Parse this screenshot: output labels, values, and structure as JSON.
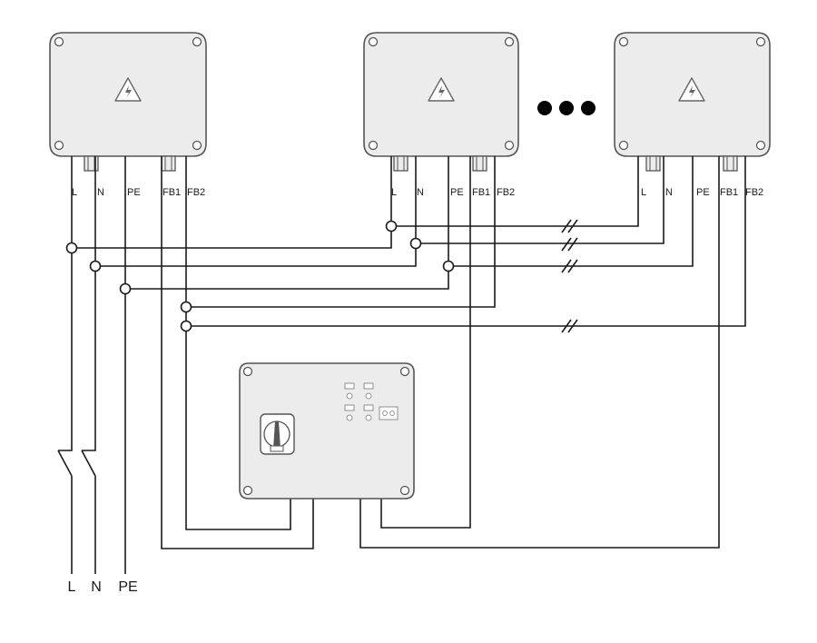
{
  "junction_boxes": [
    {
      "id": "box-1",
      "terminals": [
        "L",
        "N",
        "PE",
        "FB1",
        "FB2"
      ]
    },
    {
      "id": "box-2",
      "terminals": [
        "L",
        "N",
        "PE",
        "FB1",
        "FB2"
      ]
    },
    {
      "id": "box-3",
      "terminals": [
        "L",
        "N",
        "PE",
        "FB1",
        "FB2"
      ]
    }
  ],
  "supply_labels": [
    "L",
    "N",
    "PE"
  ],
  "icons": {
    "box": "high-voltage-warning-icon",
    "continuation": "ellipsis-dots-icon",
    "controller_switch": "rotary-switch-icon"
  },
  "colors": {
    "line": "#1a1a1a",
    "box_fill": "#ececec",
    "box_stroke": "#555555"
  }
}
